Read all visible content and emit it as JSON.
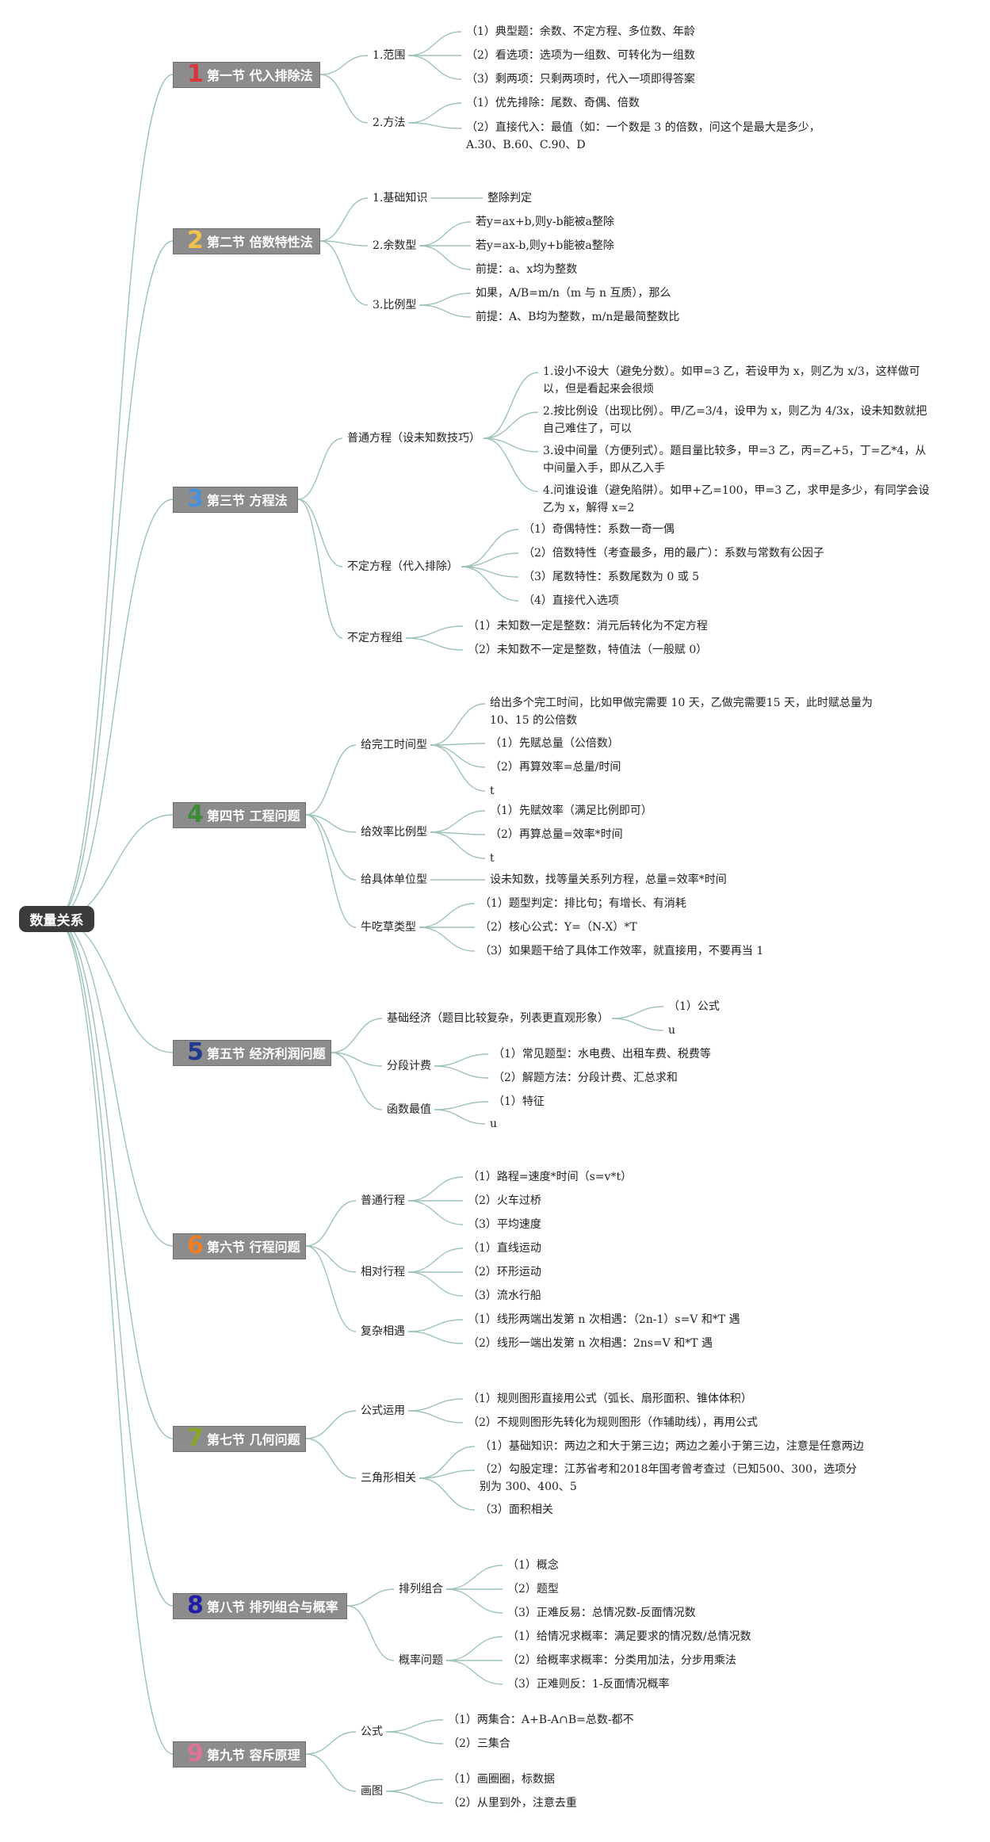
{
  "root": "数量关系",
  "sections": [
    {
      "num": "1",
      "color": "#d9353c",
      "label": "第一节 代入排除法"
    },
    {
      "num": "2",
      "color": "#f3c24b",
      "label": "第二节 倍数特性法"
    },
    {
      "num": "3",
      "color": "#4a90d9",
      "label": "第三节 方程法"
    },
    {
      "num": "4",
      "color": "#3d8b37",
      "label": "第四节 工程问题"
    },
    {
      "num": "5",
      "color": "#203a8f",
      "label": "第五节 经济利润问题"
    },
    {
      "num": "6",
      "color": "#ef7d22",
      "label": "第六节 行程问题"
    },
    {
      "num": "7",
      "color": "#8aa629",
      "label": "第七节 几何问题"
    },
    {
      "num": "8",
      "color": "#1e1ea6",
      "label": "第八节 排列组合与概率"
    },
    {
      "num": "9",
      "color": "#e0729a",
      "label": "第九节 容斥原理"
    }
  ],
  "texts": {
    "s1b1": "1.范围",
    "s1b1l1": "（1）典型题：余数、不定方程、多位数、年龄",
    "s1b1l2": "（2）看选项：选项为一组数、可转化为一组数",
    "s1b1l3": "（3）剩两项：只剩两项时，代入一项即得答案",
    "s1b2": "2.方法",
    "s1b2l1": "（1）优先排除：尾数、奇偶、倍数",
    "s1b2l2": "（2）直接代入：最值（如：一个数是 3 的倍数，问这个是最大是多少，A.30、B.60、C.90、D",
    "s2b1": "1.基础知识",
    "s2b1l1": "整除判定",
    "s2b2": "2.余数型",
    "s2b2l1": "若y=ax+b,则y-b能被a整除",
    "s2b2l2": "若y=ax-b,则y+b能被a整除",
    "s2b2l3": "前提：a、x均为整数",
    "s2b3": "3.比例型",
    "s2b3l1": "如果，A/B=m/n（m 与 n 互质），那么",
    "s2b3l2": "前提：A、B均为整数，m/n是最简整数比",
    "s3b1": "普通方程（设未知数技巧）",
    "s3b1l1": "1.设小不设大（避免分数）。如甲=3 乙，若设甲为 x，则乙为 x/3，这样做可以，但是看起来会很烦",
    "s3b1l2": "2.按比例设（出现比例）。甲/乙=3/4，设甲为 x，则乙为 4/3x，设未知数就把自己难住了，可以",
    "s3b1l3": "3.设中间量（方便列式）。题目量比较多，甲=3 乙，丙=乙+5，丁=乙*4，从中间量入手，即从乙入手",
    "s3b1l4": "4.问谁设谁（避免陷阱）。如甲+乙=100，甲=3 乙，求甲是多少，有同学会设乙为 x，解得 x=2",
    "s3b2": "不定方程（代入排除）",
    "s3b2l1": "（1）奇偶特性：系数一奇一偶",
    "s3b2l2": "（2）倍数特性（考查最多，用的最广）：系数与常数有公因子",
    "s3b2l3": "（3）尾数特性：系数尾数为 0 或 5",
    "s3b2l4": "（4）直接代入选项",
    "s3b3": "不定方程组",
    "s3b3l1": "（1）未知数一定是整数：消元后转化为不定方程",
    "s3b3l2": "（2）未知数不一定是整数，特值法（一般赋 0）",
    "s4b1": "给完工时间型",
    "s4b1l1": "给出多个完工时间，比如甲做完需要 10 天，乙做完需要15 天，此时赋总量为 10、15 的公倍数",
    "s4b1l2": "（1）先赋总量（公倍数）",
    "s4b1l3": "（2）再算效率=总量/时间",
    "s4b1l4": "t",
    "s4b2": "给效率比例型",
    "s4b2l1": "（1）先赋效率（满足比例即可）",
    "s4b2l2": "（2）再算总量=效率*时间",
    "s4b2l3": "t",
    "s4b3": "给具体单位型",
    "s4b3l1": "设未知数，找等量关系列方程，总量=效率*时间",
    "s4b4": "牛吃草类型",
    "s4b4l1": "（1）题型判定：排比句；有增长、有消耗",
    "s4b4l2": "（2）核心公式：Y=（N-X）*T",
    "s4b4l3": "（3）如果题干给了具体工作效率，就直接用，不要再当 1",
    "s5b1": "基础经济（题目比较复杂，列表更直观形象）",
    "s5b1l1": "（1）公式",
    "s5b1l2": "u",
    "s5b2": "分段计费",
    "s5b2l1": "（1）常见题型：水电费、出租车费、税费等",
    "s5b2l2": "（2）解题方法：分段计费、汇总求和",
    "s5b3": "函数最值",
    "s5b3l1": "（1）特征",
    "s5b3l2": "u",
    "s6b1": "普通行程",
    "s6b1l1": "（1）路程=速度*时间（s=v*t）",
    "s6b1l2": "（2）火车过桥",
    "s6b1l3": "（3）平均速度",
    "s6b2": "相对行程",
    "s6b2l1": "（1）直线运动",
    "s6b2l2": "（2）环形运动",
    "s6b2l3": "（3）流水行船",
    "s6b3": "复杂相遇",
    "s6b3l1": "（1）线形两端出发第 n 次相遇：（2n-1）s=V 和*T 遇",
    "s6b3l2": "（2）线形一端出发第 n 次相遇：2ns=V 和*T 遇",
    "s7b1": "公式运用",
    "s7b1l1": "（1）规则图形直接用公式（弧长、扇形面积、锥体体积）",
    "s7b1l2": "（2）不规则图形先转化为规则图形（作辅助线），再用公式",
    "s7b2": "三角形相关",
    "s7b2l1": "（1）基础知识：两边之和大于第三边；两边之差小于第三边，注意是任意两边",
    "s7b2l2": "（2）勾股定理：江苏省考和2018年国考曾考查过（已知500、300，选项分 别为 300、400、5",
    "s7b2l3": "（3）面积相关",
    "s8b1": "排列组合",
    "s8b1l1": "（1）概念",
    "s8b1l2": "（2）题型",
    "s8b1l3": "（3）正难反易：总情况数-反面情况数",
    "s8b2": "概率问题",
    "s8b2l1": "（1）给情况求概率：满足要求的情况数/总情况数",
    "s8b2l2": "（2）给概率求概率：分类用加法，分步用乘法",
    "s8b2l3": "（3）正难则反：1-反面情况概率",
    "s9b1": "公式",
    "s9b1l1": "（1）两集合：A+B-A∩B=总数-都不",
    "s9b1l2": "（2）三集合",
    "s9b2": "画图",
    "s9b2l1": "（1）画圈圈，标数据",
    "s9b2l2": "（2）从里到外，注意去重"
  }
}
